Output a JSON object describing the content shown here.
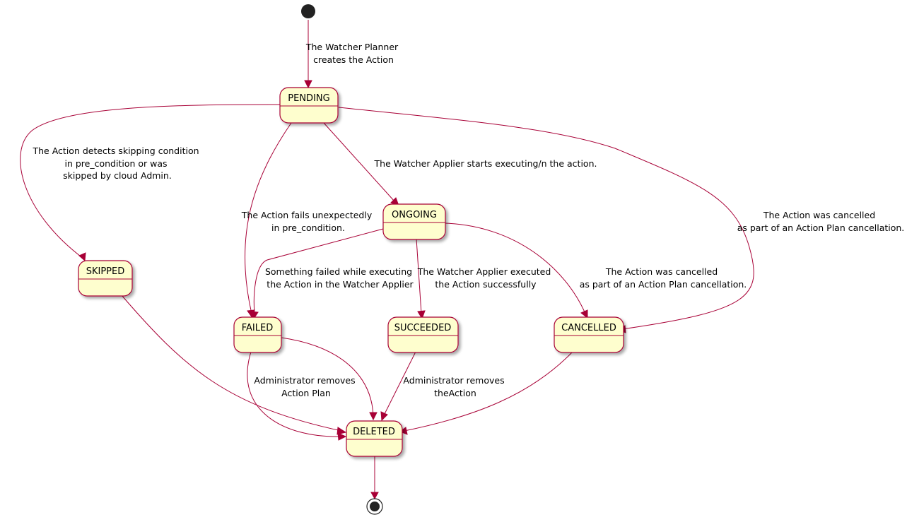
{
  "diagram": {
    "states": {
      "pending": "PENDING",
      "ongoing": "ONGOING",
      "skipped": "SKIPPED",
      "failed": "FAILED",
      "succeeded": "SUCCEEDED",
      "cancelled": "CANCELLED",
      "deleted": "DELETED"
    },
    "transitions": {
      "start_pending": [
        "The Watcher Planner",
        "creates the Action"
      ],
      "pending_skipped": [
        "The Action detects skipping condition",
        "in pre_condition or was",
        "skipped by cloud Admin."
      ],
      "pending_ongoing": [
        "The Watcher Applier starts executing/n the action."
      ],
      "pending_failed": [
        "The Action fails unexpectedly",
        "in pre_condition."
      ],
      "pending_cancelled": [
        "The Action was cancelled",
        "as part of an Action Plan cancellation."
      ],
      "ongoing_failed": [
        "Something failed while executing",
        "the Action in the Watcher Applier"
      ],
      "ongoing_succeeded": [
        "The Watcher Applier executed",
        "the Action successfully"
      ],
      "ongoing_cancelled": [
        "The Action was cancelled",
        "as part of an Action Plan cancellation."
      ],
      "failed_deleted": [
        "Administrator removes",
        "Action Plan"
      ],
      "succeeded_deleted": [
        "Administrator removes",
        "theAction"
      ]
    },
    "colors": {
      "state_fill": "#FEFECE",
      "border": "#A80036",
      "edge": "#A80036",
      "start_node": "#222222"
    }
  }
}
